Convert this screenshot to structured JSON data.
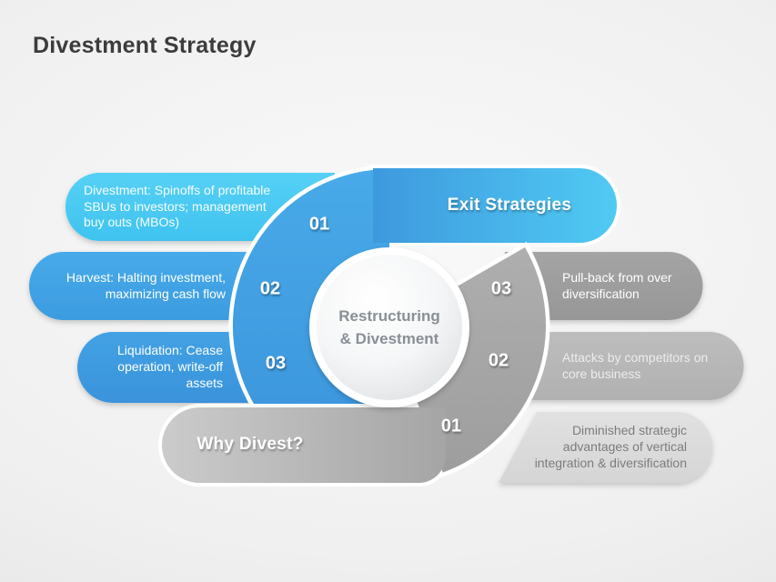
{
  "title": "Divestment Strategy",
  "center_circle": {
    "label": "Restructuring\n& Divestment"
  },
  "exit_banner": {
    "label": "Exit Strategies"
  },
  "why_banner": {
    "label": "Why Divest?"
  },
  "left_pills": [
    {
      "number": "01",
      "text": "Divestment: Spinoffs of profitable\nSBUs to investors; management\nbuy outs (MBOs)"
    },
    {
      "number": "02",
      "text": "Harvest: Halting investment,\nmaximizing cash flow"
    },
    {
      "number": "03",
      "text": "Liquidation:  Cease\noperation, write-off\nassets"
    }
  ],
  "right_pills": [
    {
      "number": "03",
      "text": "Pull-back from over\ndiversification"
    },
    {
      "number": "02",
      "text": "Attacks by competitors on\ncore business"
    },
    {
      "number": "01",
      "text": "Diminished  strategic\nadvantages of vertical\nintegration & diversification"
    }
  ],
  "colors": {
    "blue_ring": "#3D9EE3",
    "cyan_pill": "#48C9F2",
    "blue_banner_end": "#50CAF3",
    "gray_ring": "#A7A7A7",
    "gray_pill_dark": "#9C9C9C",
    "gray_pill_mid": "#B6B6B6",
    "gray_pill_light": "#DCDCDC",
    "background": "#EFEFEF"
  }
}
